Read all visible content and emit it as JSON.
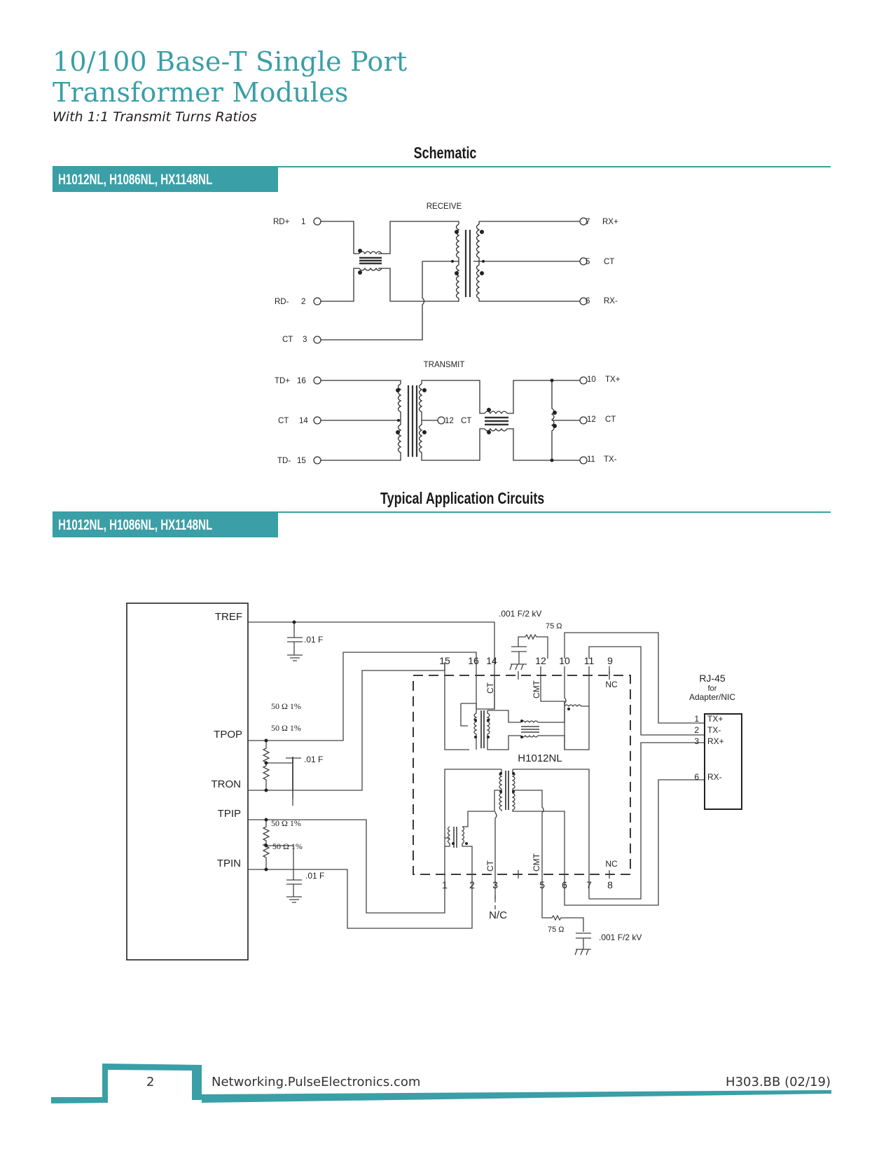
{
  "header": {
    "title_line1": "10/100 Base-T Single Port",
    "title_line2": "Transformer Modules",
    "subtitle": "With 1:1 Transmit Turns Ratios"
  },
  "colors": {
    "brand_teal": "#3a9fa6",
    "text": "#231f20"
  },
  "schematic_section": {
    "title": "Schematic",
    "part_tag": "H1012NL, H1086NL, HX1148NL",
    "receive": {
      "label": "RECEIVE",
      "left_pins": [
        {
          "name": "RD+",
          "num": "1"
        },
        {
          "name": "RD-",
          "num": "2"
        },
        {
          "name": "CT",
          "num": "3"
        }
      ],
      "right_pins": [
        {
          "num": "7",
          "name": "RX+"
        },
        {
          "num": "5",
          "name": "CT"
        },
        {
          "num": "6",
          "name": "RX-"
        }
      ]
    },
    "transmit": {
      "label": "TRANSMIT",
      "left_pins": [
        {
          "name": "TD+",
          "num": "16"
        },
        {
          "name": "CT",
          "num": "14"
        },
        {
          "name": "TD-",
          "num": "15"
        }
      ],
      "mid_pin": {
        "num": "12",
        "name": "CT"
      },
      "right_pins": [
        {
          "num": "10",
          "name": "TX+"
        },
        {
          "num": "12",
          "name": "CT"
        },
        {
          "num": "11",
          "name": "TX-"
        }
      ]
    }
  },
  "application_section": {
    "title": "Typical Application Circuits",
    "part_tag": "H1012NL, H1086NL, HX1148NL",
    "ic_pins": [
      "TREF",
      "TPOP",
      "TRON",
      "TPIP",
      "TPIN"
    ],
    "cap_01": ".01  F",
    "resistor_50": "50 Ω 1%",
    "cap_hv": ".001  F/2 kV",
    "res_75": "75 Ω",
    "top_pins": [
      "15",
      "16",
      "14",
      "12",
      "10",
      "11",
      "9"
    ],
    "bottom_pins": [
      "1",
      "2",
      "3",
      "5",
      "6",
      "7",
      "8"
    ],
    "ct_label": "CT",
    "cmt_label": "CMT",
    "nc_label": "NC",
    "nc_bottom": "N/C",
    "module_name": "H1012NL",
    "rj45": {
      "title": "RJ-45",
      "for": "for",
      "sub": "Adapter/NIC",
      "pins": [
        {
          "num": "1",
          "name": "TX+"
        },
        {
          "num": "2",
          "name": "TX-"
        },
        {
          "num": "3",
          "name": "RX+"
        },
        {
          "num": "6",
          "name": "RX-"
        }
      ]
    }
  },
  "footer": {
    "page_number": "2",
    "website": "Networking.PulseElectronics.com",
    "doc_code": "H303.BB (02/19)"
  }
}
